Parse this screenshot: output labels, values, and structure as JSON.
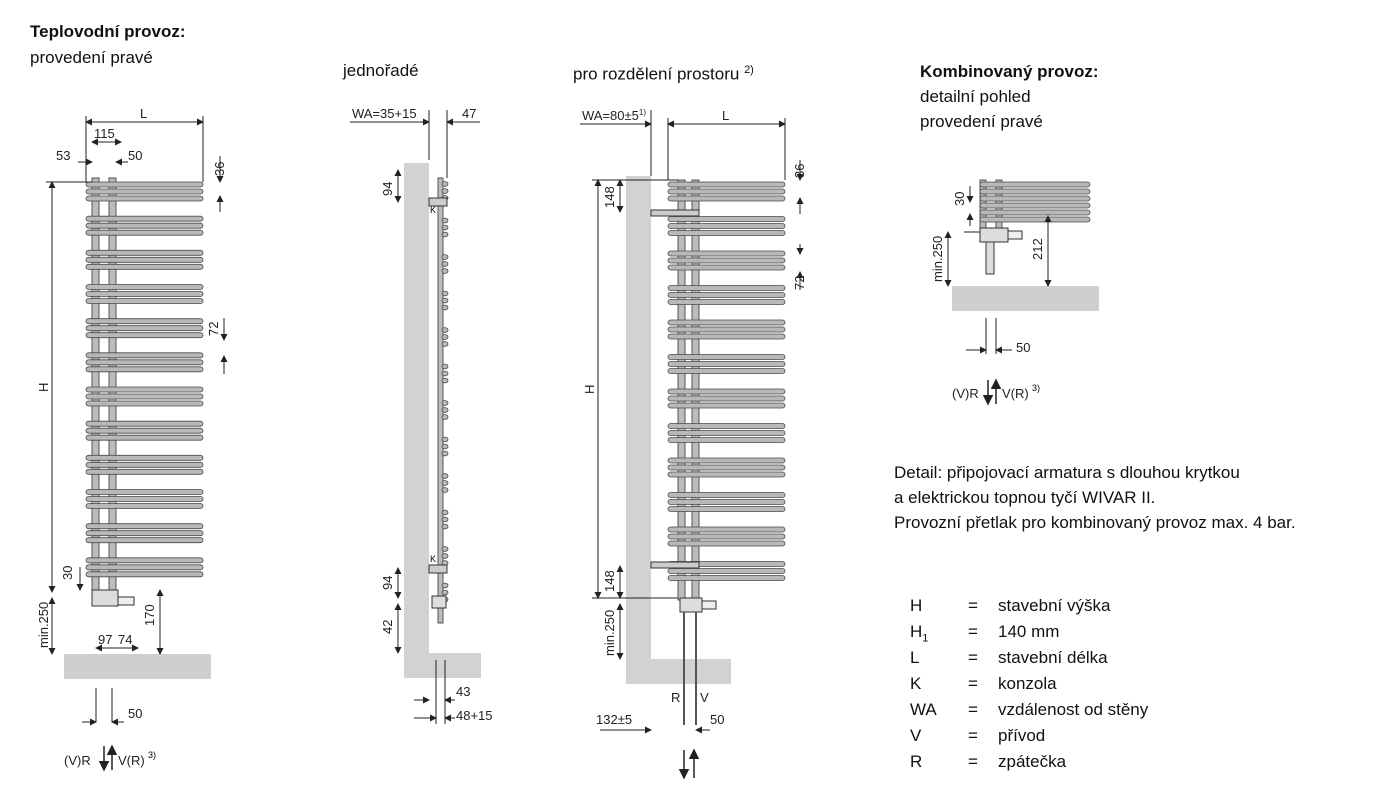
{
  "left_panel": {
    "heading": "Teplovodní provoz:",
    "subheading": "provedení pravé",
    "dims": {
      "L": "L",
      "d115": "115",
      "d53": "53",
      "d50": "50",
      "d36": "36",
      "d72": "72",
      "H": "H",
      "d30": "30",
      "d170": "170",
      "min250": "min.250",
      "d97": "97",
      "d74": "74",
      "d50b": "50"
    },
    "flow_label": "(V)R",
    "flow_label2": "V(R)",
    "flow_sup": "3)"
  },
  "side_panel": {
    "title": "jednořadé",
    "dims": {
      "wa": "WA=35+15",
      "d47": "47",
      "d94a": "94",
      "k1": "K",
      "k2": "K",
      "d94b": "94",
      "d42": "42",
      "d43": "43",
      "d48": "48+15"
    }
  },
  "divider_panel": {
    "title": "pro rozdělení prostoru",
    "title_sup": "2)",
    "dims": {
      "wa": "WA=80±5",
      "wa_sup": "1)",
      "L": "L",
      "d36": "36",
      "d148a": "148",
      "d72": "72",
      "H": "H",
      "d148b": "148",
      "min250": "min.250",
      "R": "R",
      "V": "V",
      "d132": "132±5",
      "d50": "50"
    }
  },
  "combined_panel": {
    "heading": "Kombinovaný provoz:",
    "line1": "detailní pohled",
    "line2": "provedení pravé",
    "dims": {
      "d30": "30",
      "min250": "min.250",
      "d212": "212",
      "d50": "50"
    },
    "flow_label": "(V)R",
    "flow_label2": "V(R)",
    "flow_sup": "3)"
  },
  "detail_text": {
    "line1": "Detail: připojovací armatura s dlouhou krytkou",
    "line2": "a elektrickou topnou tyčí WIVAR II.",
    "line3": "Provozní přetlak pro kombinovaný provoz max. 4 bar."
  },
  "legend": [
    {
      "sym": "H",
      "eq": "=",
      "desc": "stavební výška"
    },
    {
      "sym": "H",
      "sub": "1",
      "eq": "=",
      "desc": "140 mm"
    },
    {
      "sym": "L",
      "eq": "=",
      "desc": "stavební délka"
    },
    {
      "sym": "K",
      "eq": "=",
      "desc": "konzola"
    },
    {
      "sym": "WA",
      "eq": "=",
      "desc": "vzdálenost od stěny"
    },
    {
      "sym": "V",
      "eq": "=",
      "desc": "přívod"
    },
    {
      "sym": "R",
      "eq": "=",
      "desc": "zpátečka"
    }
  ]
}
